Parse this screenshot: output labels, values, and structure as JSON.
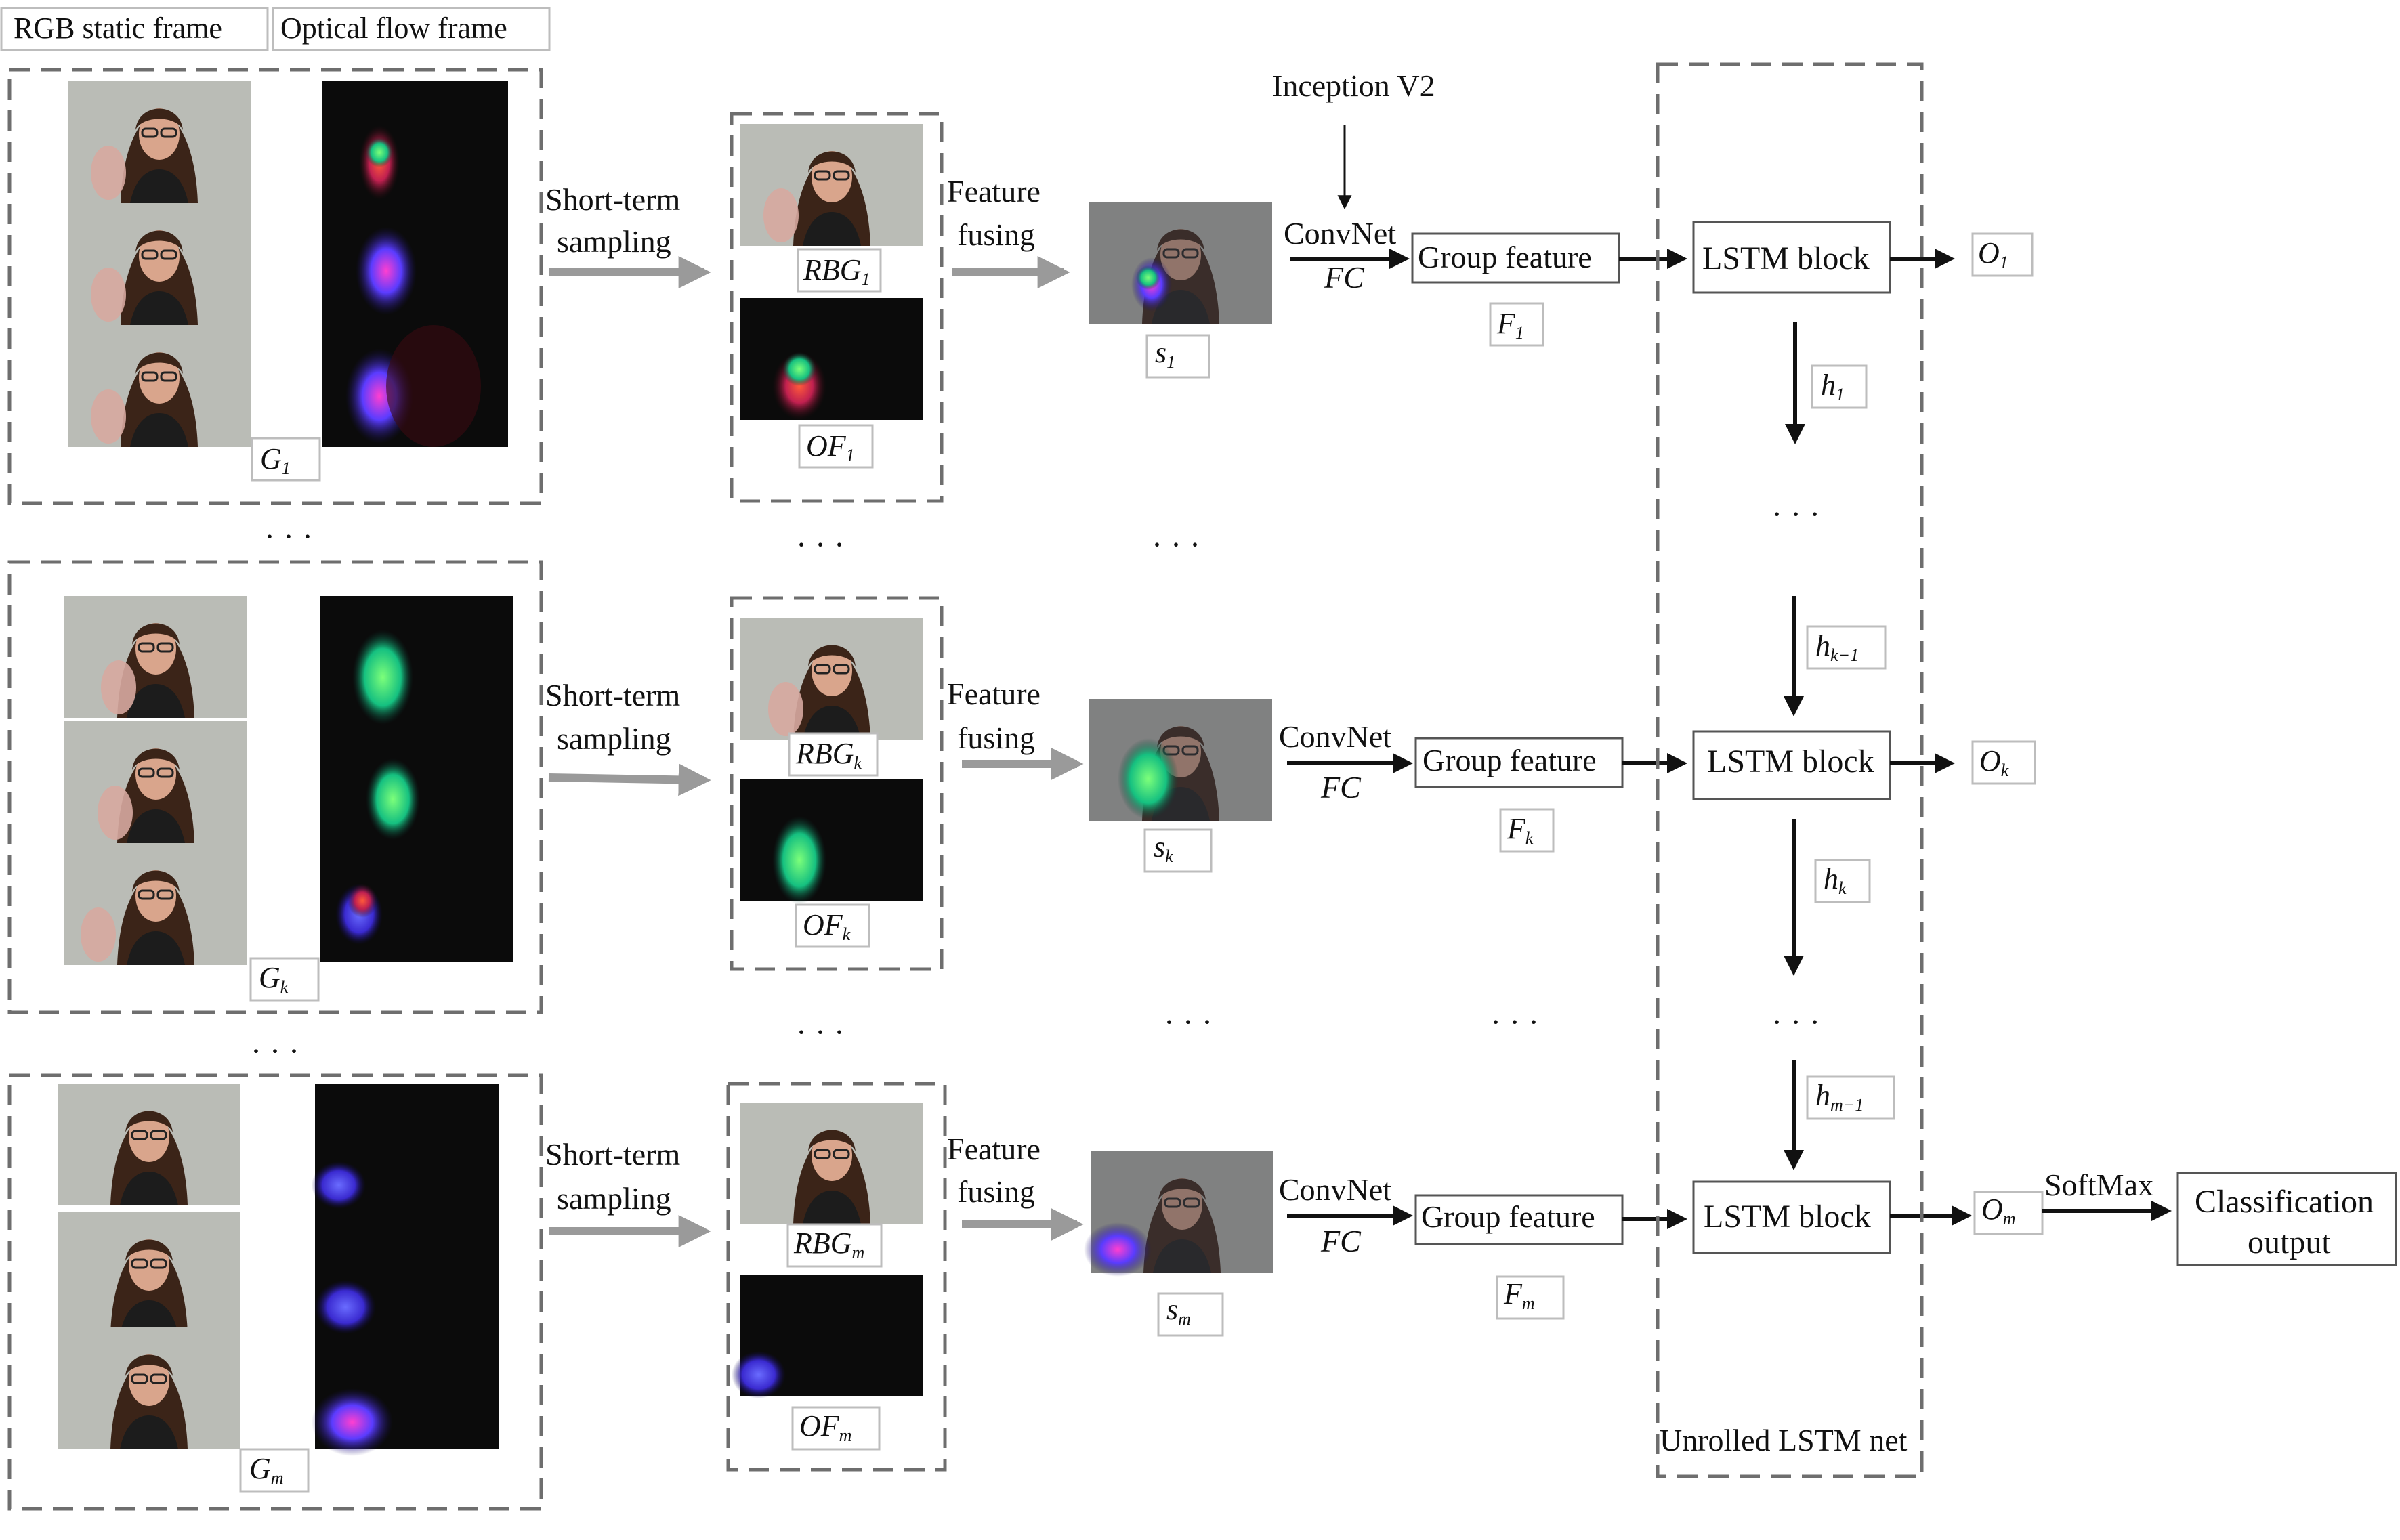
{
  "header": {
    "rgb_label": "RGB static frame",
    "flow_label": "Optical flow frame"
  },
  "top": {
    "inception": "Inception V2",
    "unrolled": "Unrolled LSTM net",
    "softmax": "SoftMax",
    "classification_line1": "Classification",
    "classification_line2": "output",
    "ellipsis": "· · ·"
  },
  "rows": [
    {
      "group": "G",
      "group_sub": "1",
      "sampling_1": "Short-term",
      "sampling_2": "sampling",
      "rbg": "RBG",
      "rbg_sub": "1",
      "of": "OF",
      "of_sub": "1",
      "fusing_1": "Feature",
      "fusing_2": "fusing",
      "s": "s",
      "s_sub": "1",
      "convnet": "ConvNet",
      "fc": "FC",
      "group_feature": "Group feature",
      "f": "F",
      "f_sub": "1",
      "lstm": "LSTM block",
      "o": "O",
      "o_sub": "1"
    },
    {
      "group": "G",
      "group_sub": "k",
      "sampling_1": "Short-term",
      "sampling_2": "sampling",
      "rbg": "RBG",
      "rbg_sub": "k",
      "of": "OF",
      "of_sub": "k",
      "fusing_1": "Feature",
      "fusing_2": "fusing",
      "s": "s",
      "s_sub": "k",
      "convnet": "ConvNet",
      "fc": "FC",
      "group_feature": "Group feature",
      "f": "F",
      "f_sub": "k",
      "lstm": "LSTM block",
      "o": "O",
      "o_sub": "k"
    },
    {
      "group": "G",
      "group_sub": "m",
      "sampling_1": "Short-term",
      "sampling_2": "sampling",
      "rbg": "RBG",
      "rbg_sub": "m",
      "of": "OF",
      "of_sub": "m",
      "fusing_1": "Feature",
      "fusing_2": "fusing",
      "s": "s",
      "s_sub": "m",
      "convnet": "ConvNet",
      "fc": "FC",
      "group_feature": "Group feature",
      "f": "F",
      "f_sub": "m",
      "lstm": "LSTM block",
      "o": "O",
      "o_sub": "m"
    }
  ],
  "hidden": [
    {
      "h": "h",
      "sub": "1"
    },
    {
      "h": "h",
      "sub": "k−1"
    },
    {
      "h": "h",
      "sub": "k"
    },
    {
      "h": "h",
      "sub": "m−1"
    }
  ]
}
